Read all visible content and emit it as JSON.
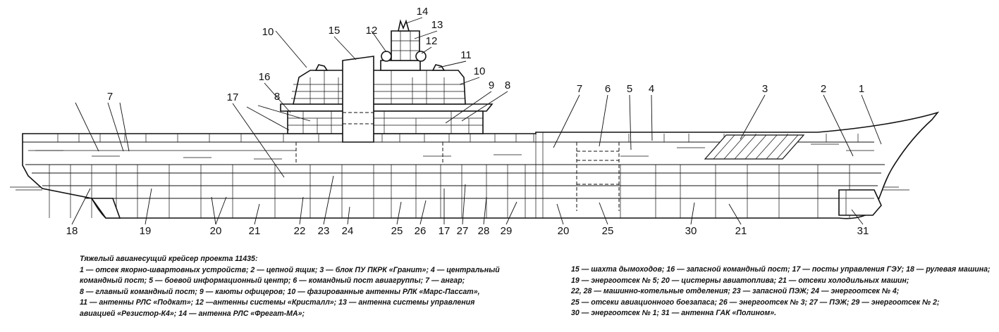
{
  "callouts": [
    "1",
    "2",
    "3",
    "4",
    "5",
    "6",
    "7",
    "8",
    "9",
    "10",
    "11",
    "12",
    "13",
    "14",
    "15",
    "16",
    "17",
    "18",
    "19",
    "20",
    "21",
    "22",
    "23",
    "24",
    "25",
    "26",
    "27",
    "28",
    "29",
    "30",
    "31"
  ],
  "caption": {
    "title": "Тяжелый авианесущий крейсер проекта 11435:",
    "left_lines": [
      "1 — отсек якорно-швартовных устройств; 2 — цепной ящик; 3 — блок ПУ ПКРК «Гранит»; 4 — центральный",
      "командный пост; 5 — боевой информационный центр; 6 — командный пост авиагруппы; 7 — ангар;",
      "8 — главный командный пост; 9 — каюты офицеров; 10 — фазированные антенны РЛК «Марс-Пассат»,",
      "11 — антенны РЛС «Подкат»; 12 —антенны системы «Кристалл»; 13 — антенна системы управления",
      "авиацией «Резистор-К4»; 14 — антенна РЛС «Фрегат-МА»;"
    ],
    "right_lines": [
      "15 — шахта дымоходов; 16 — запасной командный пост; 17 — посты управления ГЭУ; 18 — рулевая машина;",
      "19 — энергоотсек № 5; 20 — цистерны авиатоплива; 21 — отсеки холодильных машин;",
      "22, 28 — машинно-котельные отделения; 23 — запасной ПЭЖ; 24 — энергоотсек № 4;",
      "25 — отсеки авиационного боезапаса; 26 — энергоотсек № 3; 27 — ПЭЖ; 29 — энергоотсек № 2;",
      "30 — энергоотсек № 1; 31 — антенна ГАК «Полином»."
    ]
  }
}
